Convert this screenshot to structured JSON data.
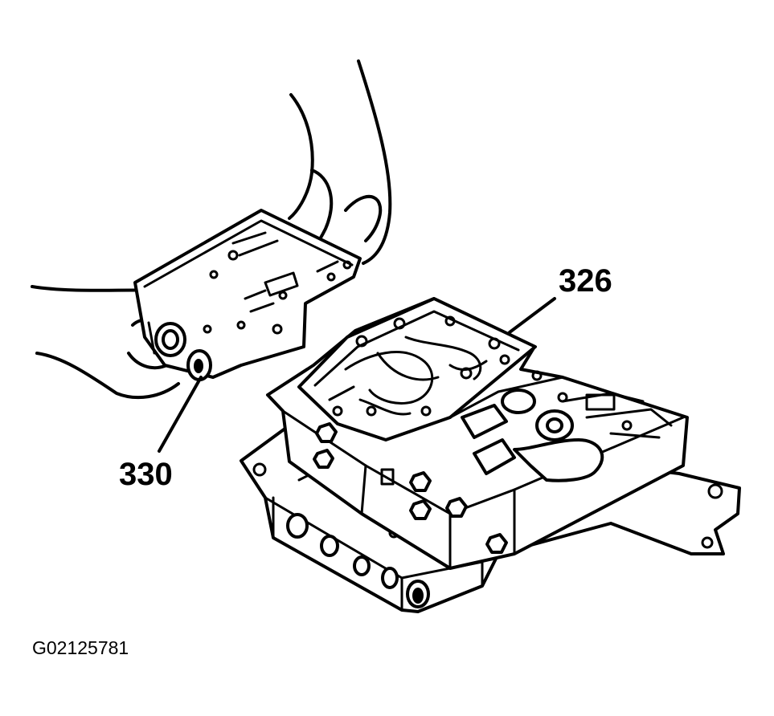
{
  "figure": {
    "id": "G02125781",
    "callouts": [
      {
        "label": "326",
        "target": "valve-body-spacer-plate"
      },
      {
        "label": "330",
        "target": "held-plate-bore"
      }
    ]
  }
}
